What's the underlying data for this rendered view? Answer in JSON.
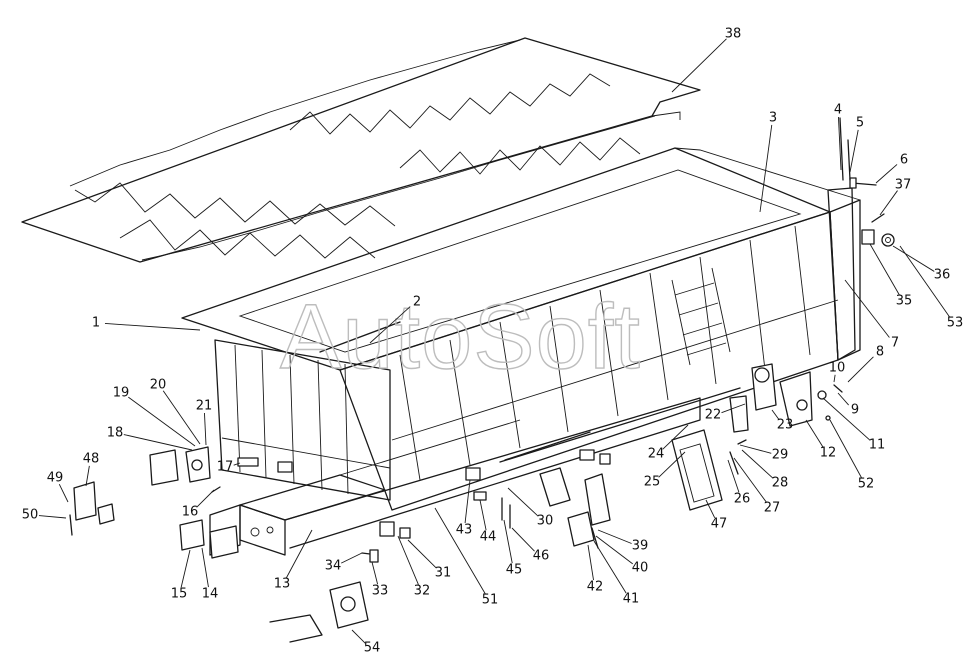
{
  "watermark": "AutoSoft",
  "parts": [
    {
      "id": "1"
    },
    {
      "id": "2"
    },
    {
      "id": "3"
    },
    {
      "id": "4"
    },
    {
      "id": "5"
    },
    {
      "id": "6"
    },
    {
      "id": "7"
    },
    {
      "id": "8"
    },
    {
      "id": "9"
    },
    {
      "id": "10"
    },
    {
      "id": "11"
    },
    {
      "id": "12"
    },
    {
      "id": "13"
    },
    {
      "id": "14"
    },
    {
      "id": "15"
    },
    {
      "id": "16"
    },
    {
      "id": "17"
    },
    {
      "id": "18"
    },
    {
      "id": "19"
    },
    {
      "id": "20"
    },
    {
      "id": "21"
    },
    {
      "id": "22"
    },
    {
      "id": "23"
    },
    {
      "id": "24"
    },
    {
      "id": "25"
    },
    {
      "id": "26"
    },
    {
      "id": "27"
    },
    {
      "id": "28"
    },
    {
      "id": "29"
    },
    {
      "id": "30"
    },
    {
      "id": "31"
    },
    {
      "id": "32"
    },
    {
      "id": "33"
    },
    {
      "id": "34"
    },
    {
      "id": "35"
    },
    {
      "id": "36"
    },
    {
      "id": "37"
    },
    {
      "id": "38"
    },
    {
      "id": "39"
    },
    {
      "id": "40"
    },
    {
      "id": "41"
    },
    {
      "id": "42"
    },
    {
      "id": "43"
    },
    {
      "id": "44"
    },
    {
      "id": "45"
    },
    {
      "id": "46"
    },
    {
      "id": "47"
    },
    {
      "id": "48"
    },
    {
      "id": "49"
    },
    {
      "id": "50"
    },
    {
      "id": "51"
    },
    {
      "id": "52"
    },
    {
      "id": "53"
    },
    {
      "id": "54"
    }
  ]
}
